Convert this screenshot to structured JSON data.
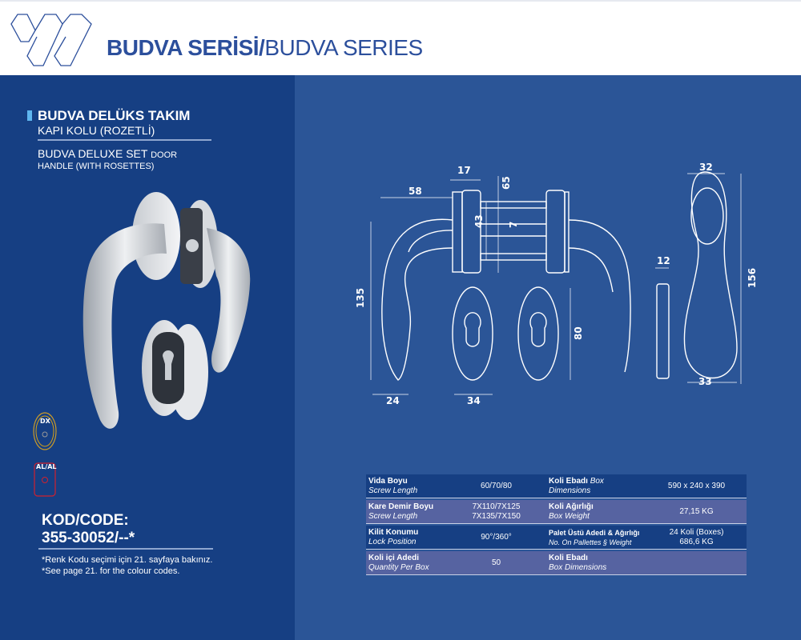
{
  "header": {
    "title_bold": "BUDVA SERİSİ/",
    "title_regular": "BUDVA SERIES"
  },
  "product": {
    "name_tr": "BUDVA DELÜKS TAKIM",
    "sub_tr": "KAPI KOLU (ROZETLİ)",
    "name_en": "BUDVA DELUXE SET",
    "name_en_small": "DOOR",
    "sub_en": "HANDLE (WITH ROSETTES)",
    "finishes": [
      {
        "label": "DX",
        "color": "#d4a017"
      },
      {
        "label": "AL/AL",
        "color": "#d0212e"
      }
    ],
    "code_label": "KOD/CODE:",
    "code": "355-30052/--*",
    "note_tr": "*Renk Kodu seçimi için 21. sayfaya bakınız.",
    "note_en": "*See page 21. for the colour codes."
  },
  "dimensions": {
    "d17": "17",
    "d65": "65",
    "d58": "58",
    "d43": "43",
    "d7": "7",
    "d135": "135",
    "d24": "24",
    "d34": "34",
    "d80": "80",
    "d32": "32",
    "d12": "12",
    "d156": "156",
    "d33": "33"
  },
  "specs": [
    {
      "k1": "Vida Boyu",
      "k1en": "Screw Length",
      "v1": [
        "60/70/80"
      ],
      "k2": "Koli Ebadı",
      "k2inline": "Box",
      "k2en": "Dimensions",
      "v2": [
        "590 x 240 x 390"
      ]
    },
    {
      "k1": "Kare Demir Boyu",
      "k1en": "Screw Length",
      "v1": [
        "7X110/7X125",
        "7X135/7X150"
      ],
      "k2": "Koli Ağırlığı",
      "k2inline": "",
      "k2en": "Box Weight",
      "v2": [
        "27,15 KG"
      ]
    },
    {
      "k1": "Kilit Konumu",
      "k1en": "Lock Position",
      "v1": [
        "90°/360°"
      ],
      "k2": "Palet Üstü Adedi & Ağırlığı",
      "k2inline": "",
      "k2en": "No. On Pallettes § Weight",
      "v2": [
        "24 Koli (Boxes)",
        "686,6 KG"
      ]
    },
    {
      "k1": "Koli içi Adedi",
      "k1en": "Quantity Per Box",
      "v1": [
        "50"
      ],
      "k2": "Koli Ebadı",
      "k2inline": "",
      "k2en": "Box Dimensions",
      "v2": [
        ""
      ]
    }
  ]
}
